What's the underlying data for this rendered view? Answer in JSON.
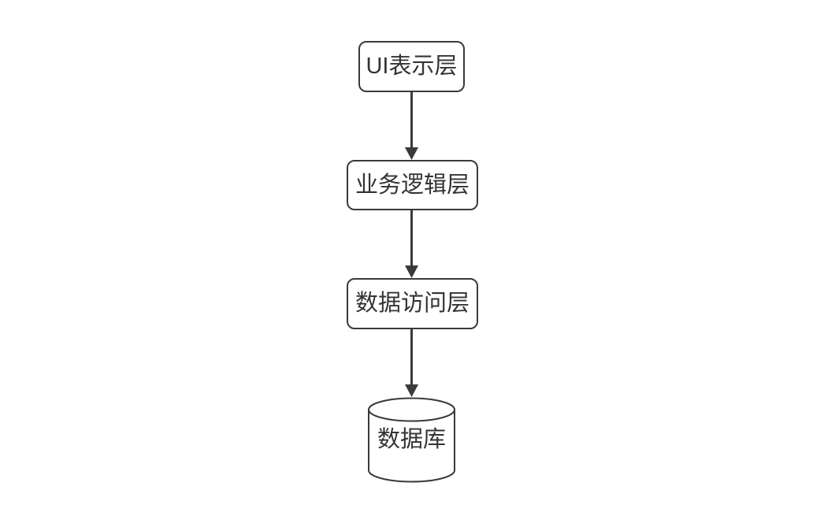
{
  "diagram": {
    "nodes": [
      {
        "id": "ui-layer",
        "label": "UI表示层",
        "shape": "rounded-rectangle"
      },
      {
        "id": "business-layer",
        "label": "业务逻辑层",
        "shape": "rounded-rectangle"
      },
      {
        "id": "data-access-layer",
        "label": "数据访问层",
        "shape": "rounded-rectangle"
      },
      {
        "id": "database",
        "label": "数据库",
        "shape": "cylinder"
      }
    ],
    "edges": [
      {
        "from": "UI表示层",
        "to": "业务逻辑层",
        "type": "arrow-down"
      },
      {
        "from": "业务逻辑层",
        "to": "数据访问层",
        "type": "arrow-down"
      },
      {
        "from": "数据访问层",
        "to": "数据库",
        "type": "arrow-down"
      }
    ],
    "colors": {
      "stroke": "#3a3a3a",
      "text": "#333333",
      "background": "#ffffff"
    }
  }
}
